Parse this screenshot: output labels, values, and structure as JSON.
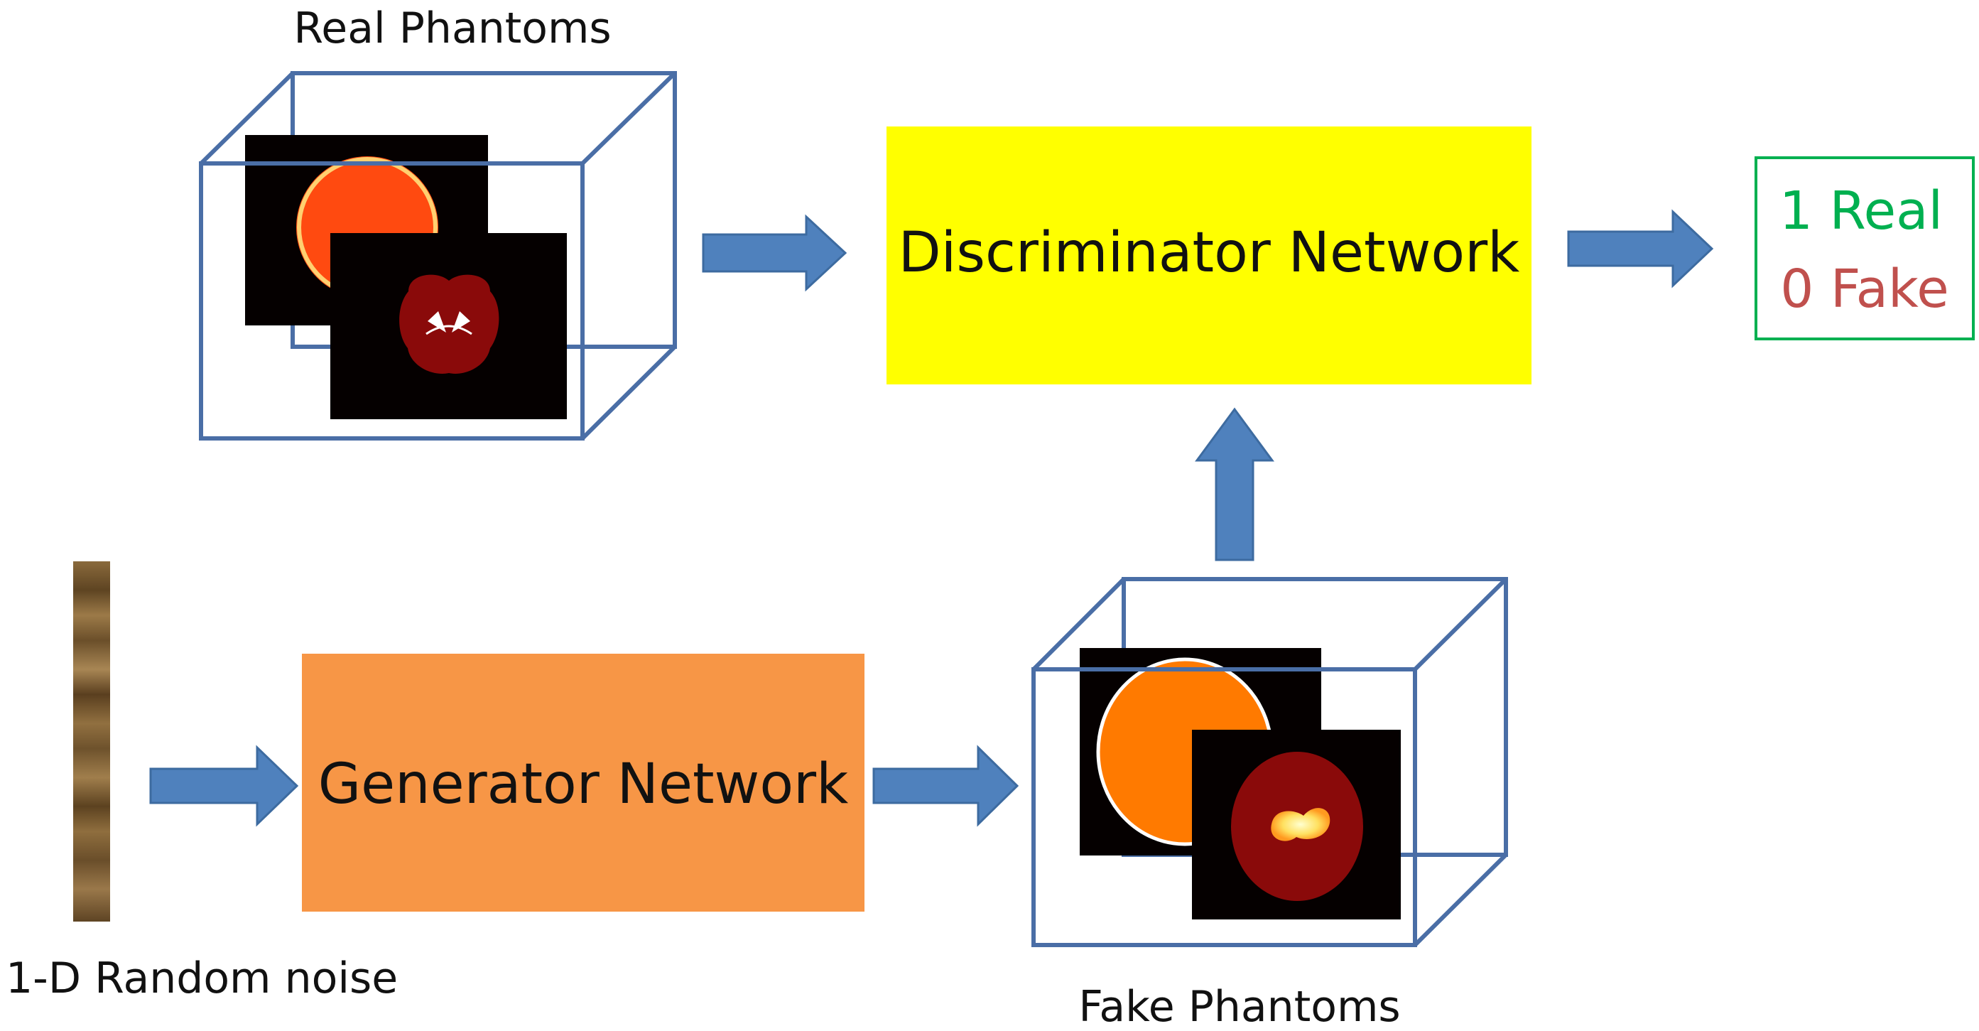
{
  "labels": {
    "real_phantoms": "Real Phantoms",
    "fake_phantoms": "Fake Phantoms",
    "random_noise": "1-D Random noise"
  },
  "boxes": {
    "discriminator": "Discriminator Network",
    "generator": "Generator Network"
  },
  "output": {
    "real": "1 Real",
    "fake": "0 Fake"
  },
  "colors": {
    "discriminator_fill": "#FFFF00",
    "generator_fill": "#F79646",
    "arrow_fill": "#4F81BD",
    "cube_stroke": "#4A6EA6",
    "output_border": "#00B050",
    "real_text": "#00B050",
    "fake_text": "#C0504D"
  }
}
